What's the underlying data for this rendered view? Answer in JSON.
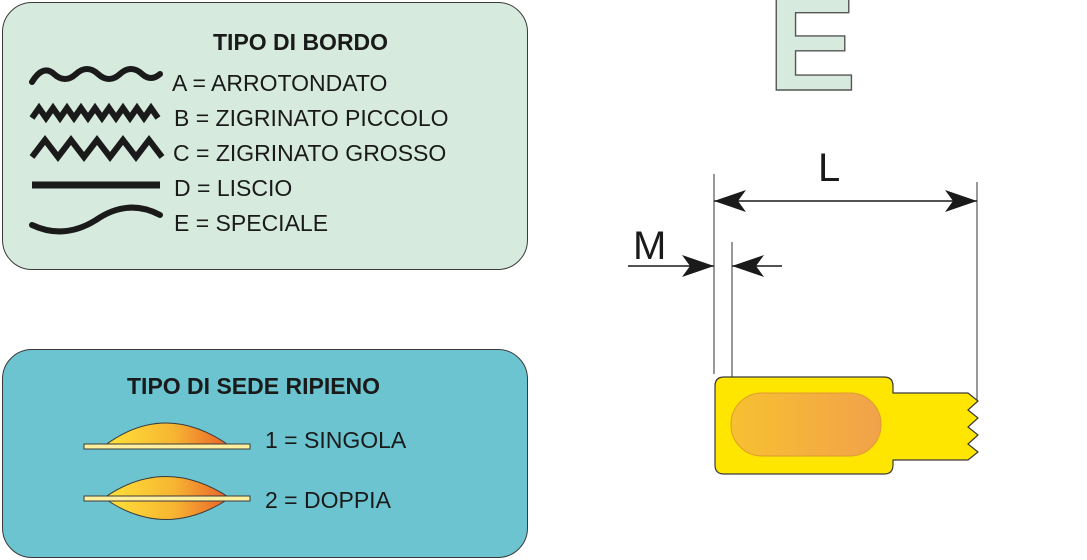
{
  "tipo_di_bordo": {
    "title": "TIPO DI BORDO",
    "items": [
      {
        "icon": "wavy-rounded-edge-icon",
        "label": "A = ARROTONDATO"
      },
      {
        "icon": "small-zigzag-edge-icon",
        "label": "B = ZIGRINATO PICCOLO"
      },
      {
        "icon": "large-zigzag-edge-icon",
        "label": "C = ZIGRINATO GROSSO"
      },
      {
        "icon": "straight-edge-icon",
        "label": "D = LISCIO"
      },
      {
        "icon": "curved-edge-icon",
        "label": "E = SPECIALE"
      }
    ]
  },
  "tipo_di_sede_ripieno": {
    "title": "TIPO DI SEDE RIPIENO",
    "items": [
      {
        "icon": "single-seat-icon",
        "label": "1 = SINGOLA"
      },
      {
        "icon": "double-seat-icon",
        "label": "2 = DOPPIA"
      }
    ]
  },
  "shape": {
    "letter": "E",
    "dimension_l": "L",
    "dimension_m": "M"
  },
  "colors": {
    "bordo_panel": "#d6ebde",
    "sede_panel": "#6cc4d0",
    "pasta_yellow": "#ffe600",
    "filling_orange": "#f2a24a"
  }
}
